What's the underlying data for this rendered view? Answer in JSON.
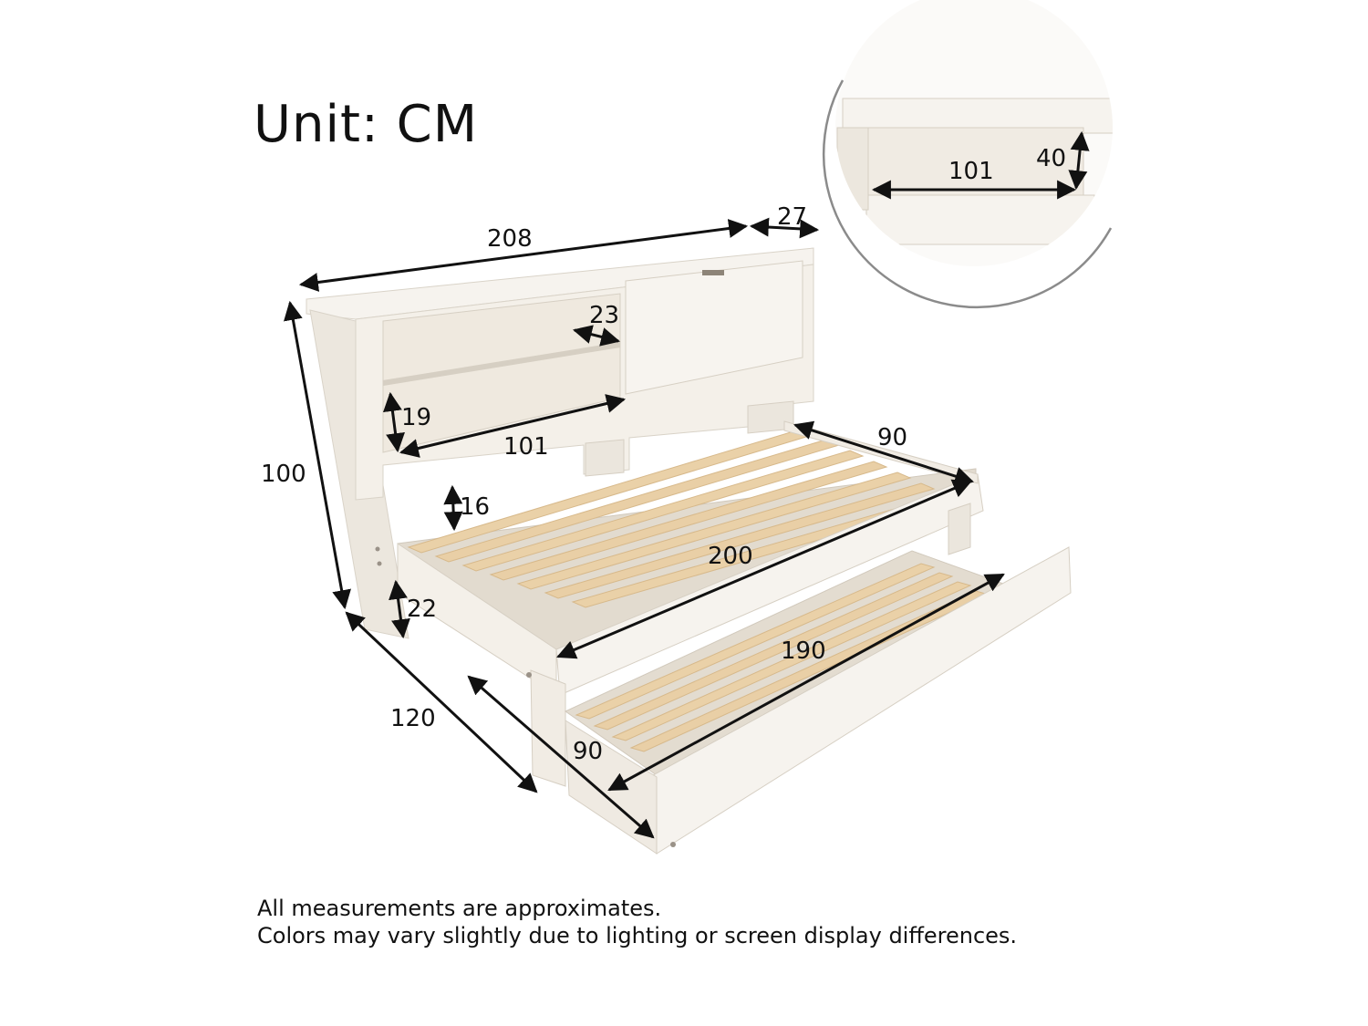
{
  "header": {
    "unit_label": "Unit: CM"
  },
  "dimensions": {
    "bed_length": "208",
    "headboard_depth": "27",
    "height": "100",
    "shelf_depth": "23",
    "shelf_height": "19",
    "shelf_width": "101",
    "bed_width": "90",
    "rail_height": "16",
    "mattress_length": "200",
    "clearance": "22",
    "trundle_length": "190",
    "total_width": "120",
    "trundle_width": "90"
  },
  "inset": {
    "cabinet_width": "101",
    "cabinet_height": "40"
  },
  "notes": [
    "All measurements are approximates.",
    "Colors may vary slightly due to lighting or screen display differences."
  ],
  "colors": {
    "furniture": "#f3efe8",
    "furniture_shadow": "#ddd7cc",
    "slat": "#e9cfa6",
    "line": "#111111"
  }
}
